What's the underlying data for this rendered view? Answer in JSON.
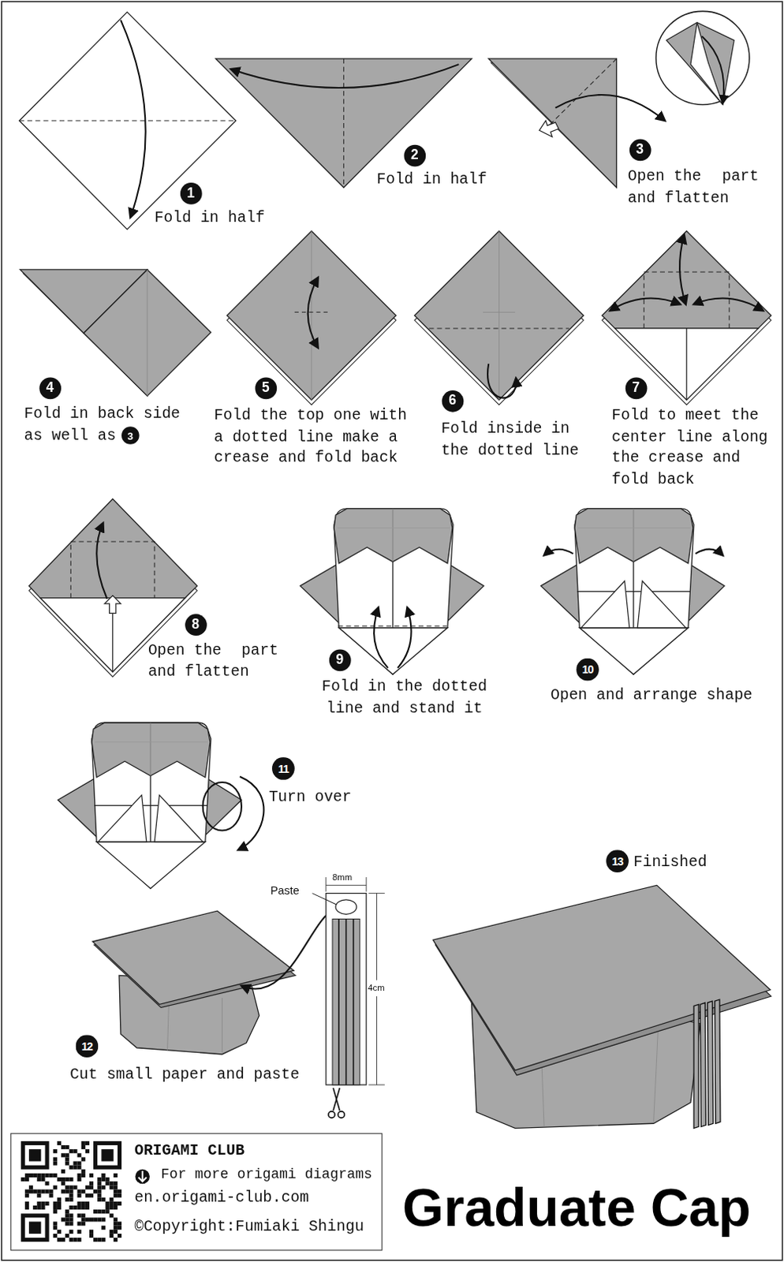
{
  "diagram": {
    "title": "Graduate Cap",
    "nodes": [
      {
        "text": [
          "1"
        ]
      },
      {
        "text": [
          "2"
        ]
      },
      {
        "text": [
          "3"
        ]
      },
      {
        "text": [
          "4"
        ]
      },
      {
        "text": [
          "3"
        ]
      },
      {
        "text": [
          "5"
        ]
      },
      {
        "text": [
          "6"
        ]
      },
      {
        "text": [
          "7"
        ]
      },
      {
        "text": [
          "8"
        ]
      },
      {
        "text": [
          "9"
        ]
      },
      {
        "text": [
          "10"
        ]
      },
      {
        "text": [
          "11"
        ]
      },
      {
        "text": [
          "12"
        ]
      },
      {
        "text": [
          "13"
        ]
      },
      {
        "text": [
          "ORIGAMI CLUB",
          "For more origami diagrams",
          "en.origami-club.com",
          "©Copyright:Fumiaki Shingu"
        ]
      }
    ],
    "labels": [
      "Fold in half",
      "Fold in half",
      "Open the",
      "part",
      "and flatten",
      "Fold in back side as well as",
      "Fold the top one with a dotted line make a crease and fold back",
      "Fold inside in the dotted line",
      "Fold to meet the center line along the crease and fold back",
      "Open the",
      "part",
      "and flatten",
      "Fold in the dotted line and stand it",
      "Open and arrange shape",
      "Turn over",
      "Paste",
      "8mm",
      "4cm",
      "Cut small paper and paste",
      "Finished"
    ]
  }
}
